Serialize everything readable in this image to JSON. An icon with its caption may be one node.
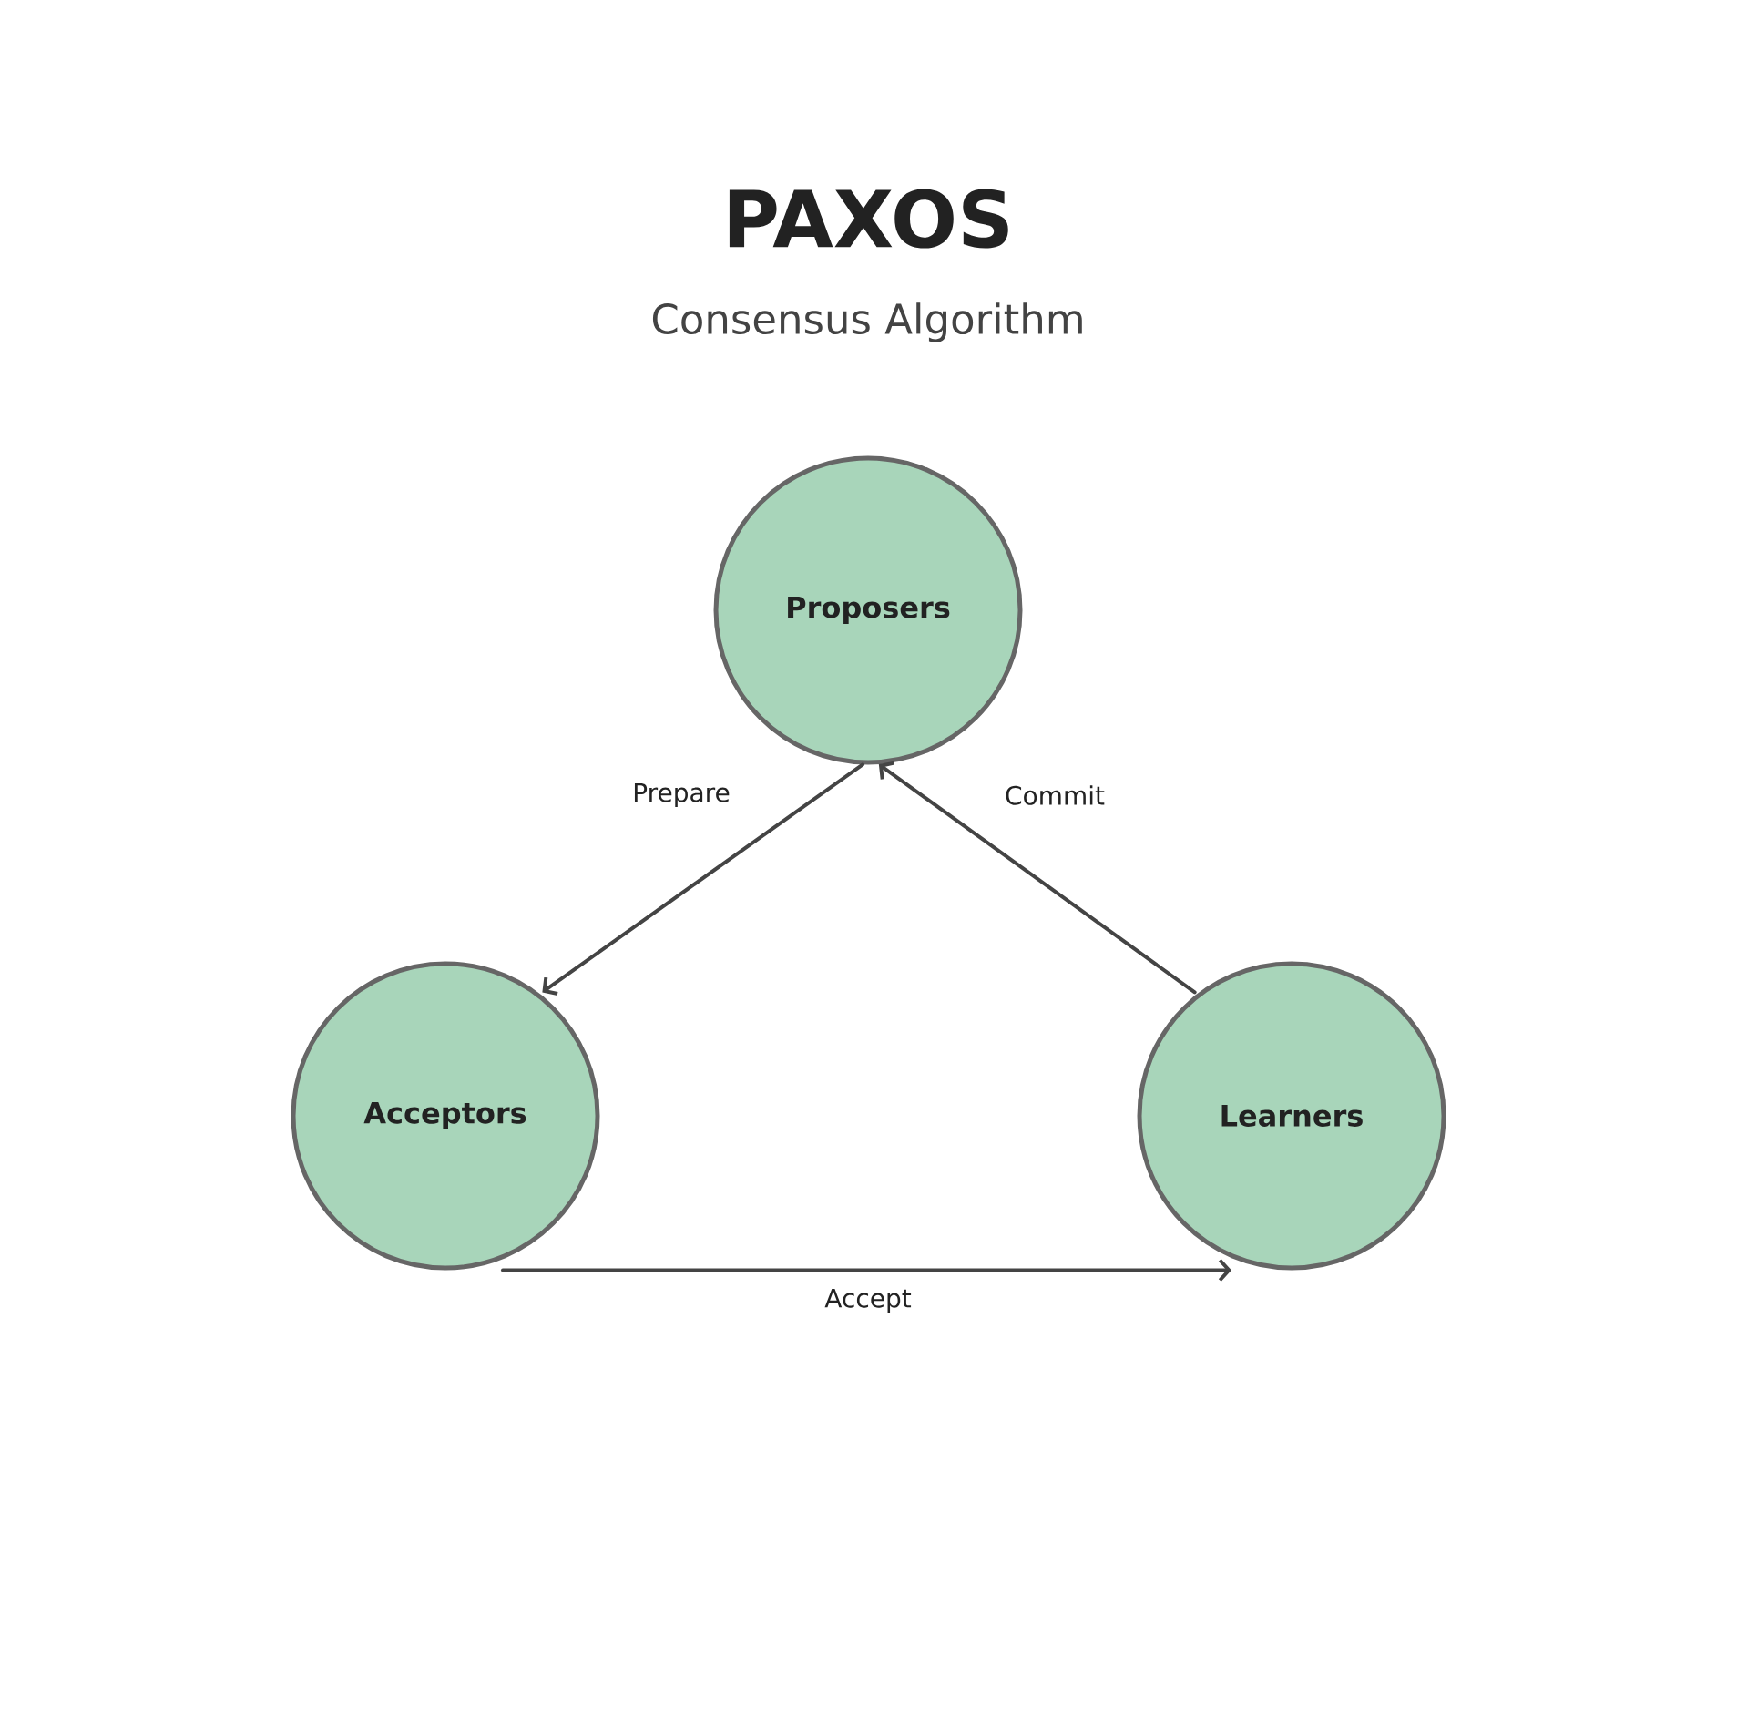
{
  "diagram": {
    "title": "PAXOS",
    "nodes": [
      {
        "text": [
          "Proposers"
        ]
      },
      {
        "text": [
          "Acceptors"
        ]
      },
      {
        "text": [
          "Learners"
        ]
      }
    ],
    "edges": [
      {
        "from": 0,
        "to": 1,
        "arrow": "to",
        "label": "Prepare"
      },
      {
        "from": 1,
        "to": 2,
        "arrow": "to",
        "label": "Accept"
      },
      {
        "from": 2,
        "to": 0,
        "arrow": "to",
        "label": "Commit"
      }
    ],
    "labels": [
      "Consensus Algorithm"
    ]
  }
}
